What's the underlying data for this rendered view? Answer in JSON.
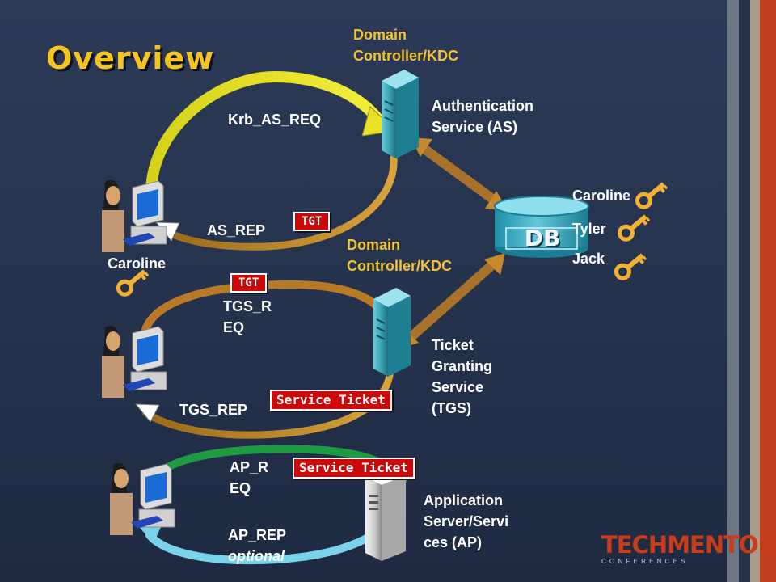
{
  "title": "Overview",
  "kdc_label_top": [
    "Domain",
    "Controller/KDC"
  ],
  "kdc_label_mid": [
    "Domain",
    "Controller/KDC"
  ],
  "as_label": [
    "Authentication",
    "Service (AS)"
  ],
  "tgs_label": [
    "Ticket",
    "Granting",
    "Service",
    "(TGS)"
  ],
  "ap_label": [
    "Application",
    "Server/Servi",
    "ces (AP)"
  ],
  "client_name": "Caroline",
  "db": {
    "label": "DB",
    "users": [
      "Caroline",
      "Tyler",
      "Jack"
    ]
  },
  "messages": {
    "krb_as_req": "Krb_AS_REQ",
    "as_rep": "AS_REP",
    "tgs_req": [
      "TGS_R",
      "EQ"
    ],
    "tgs_rep": "TGS_REP",
    "ap_req": [
      "AP_R",
      "EQ"
    ],
    "ap_rep": "AP_REP",
    "ap_rep_note": "optional"
  },
  "tickets": {
    "tgt": "TGT",
    "service_ticket": "Service Ticket"
  },
  "brand": {
    "name_part1": "TECH",
    "name_part2": "MENTOR",
    "sub": "C O N F E R E N C E S"
  },
  "colors": {
    "title": "#f6c41f",
    "ticket_red": "#cc0808",
    "arrow_yellow": "#e9e226",
    "arrow_orange": "#c98a2a",
    "brand_orange": "#d3461b"
  }
}
